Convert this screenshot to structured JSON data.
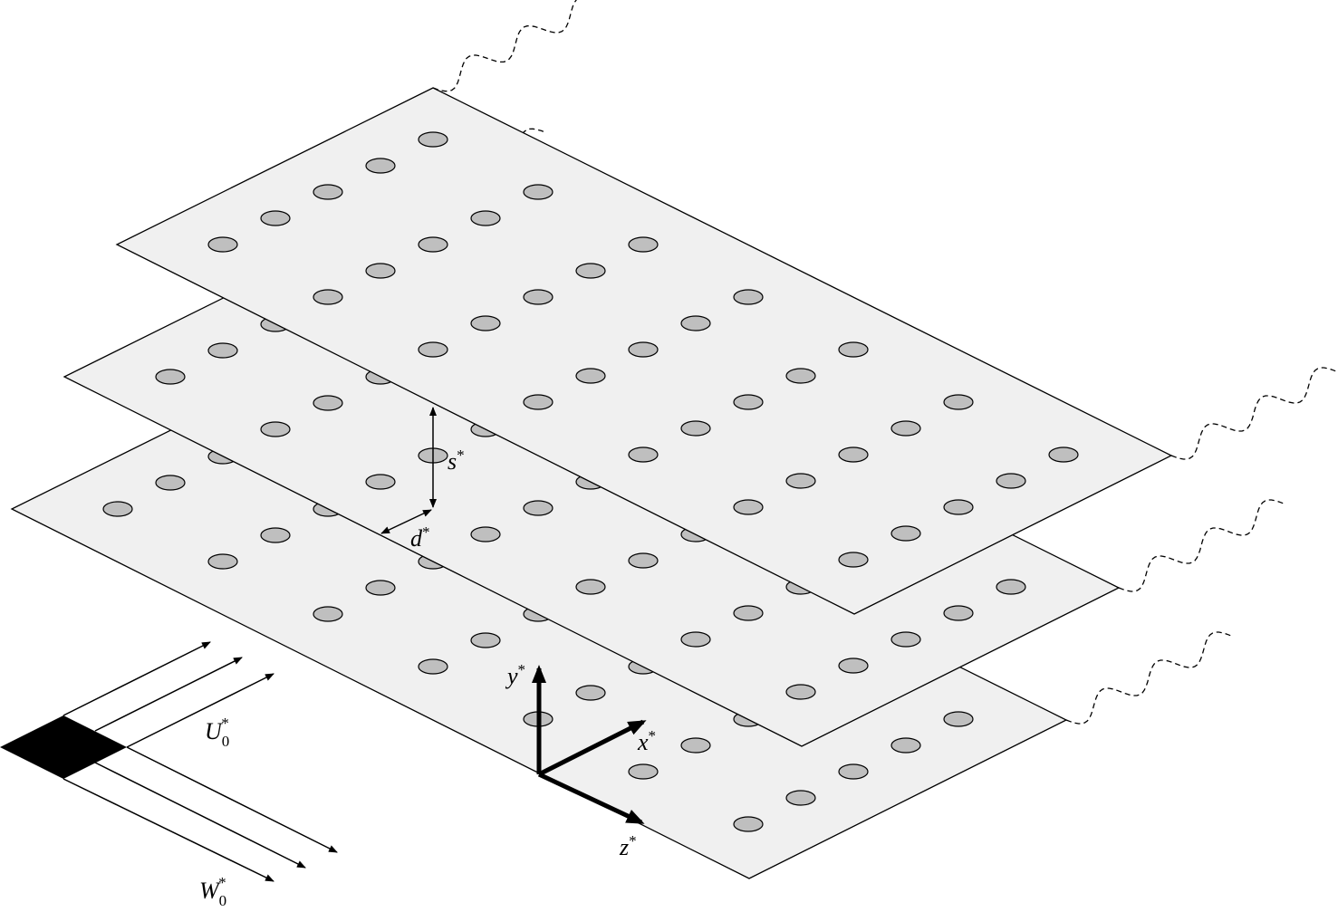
{
  "diagram": {
    "title": "Staggered pin-fin plates in parallel flow",
    "plate_count": 3,
    "pin_rows_per_plate": 7,
    "pins_per_row": 5,
    "colors": {
      "plate": "#f0f0f0",
      "pin": "#bfbfbf",
      "line": "#000000"
    },
    "labels": {
      "spacing": "s",
      "spacing_sup": "*",
      "diameter": "d",
      "diameter_sup": "*",
      "axis_x": "x",
      "axis_x_sup": "*",
      "axis_y": "y",
      "axis_y_sup": "*",
      "axis_z": "z",
      "axis_z_sup": "*",
      "velocity_u": "U",
      "velocity_u_sub": "0",
      "velocity_u_sup": "*",
      "velocity_w": "W",
      "velocity_w_sub": "0",
      "velocity_w_sup": "*"
    }
  }
}
